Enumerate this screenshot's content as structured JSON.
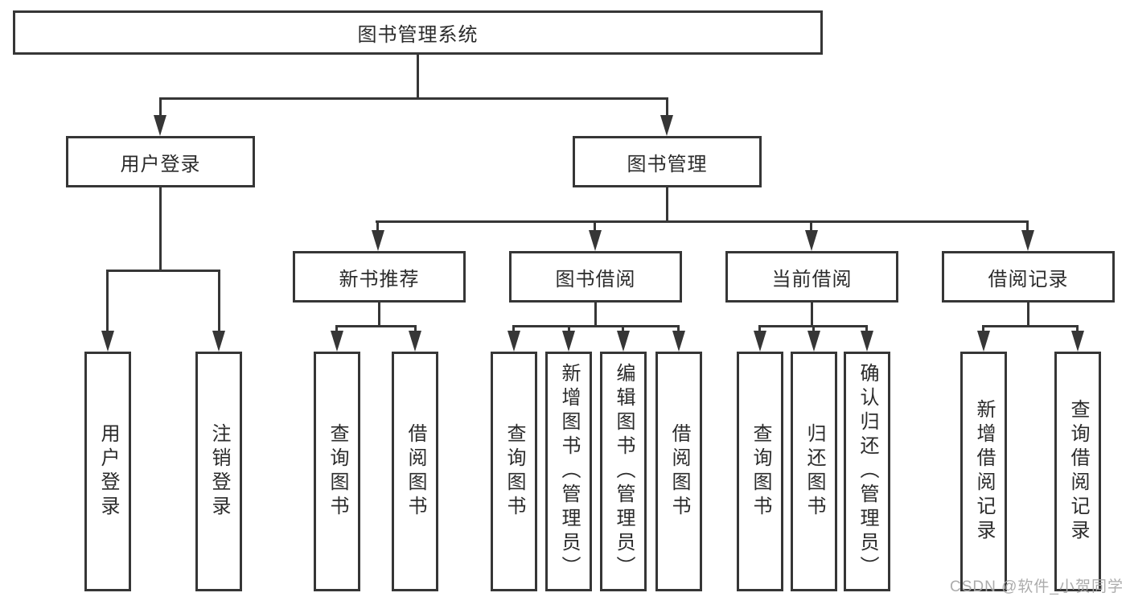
{
  "diagram_type": "hierarchy-tree",
  "colors": {
    "line": "#363636",
    "text": "#2b2b2b",
    "background": "#ffffff",
    "watermark": "#a8a8a8"
  },
  "tree": {
    "label": "图书管理系统",
    "children": [
      {
        "label": "用户登录",
        "children": [
          {
            "label": "用户登录"
          },
          {
            "label": "注销登录"
          }
        ]
      },
      {
        "label": "图书管理",
        "children": [
          {
            "label": "新书推荐",
            "children": [
              {
                "label": "查询图书"
              },
              {
                "label": "借阅图书"
              }
            ]
          },
          {
            "label": "图书借阅",
            "children": [
              {
                "label": "查询图书"
              },
              {
                "label": "新增图书（管理员）"
              },
              {
                "label": "编辑图书（管理员）"
              },
              {
                "label": "借阅图书"
              }
            ]
          },
          {
            "label": "当前借阅",
            "children": [
              {
                "label": "查询图书"
              },
              {
                "label": "归还图书"
              },
              {
                "label": "确认归还（管理员）"
              }
            ]
          },
          {
            "label": "借阅记录",
            "children": [
              {
                "label": "新增借阅记录"
              },
              {
                "label": "查询借阅记录"
              }
            ]
          }
        ]
      }
    ]
  },
  "watermark": "CSDN @软件_小贺同学"
}
